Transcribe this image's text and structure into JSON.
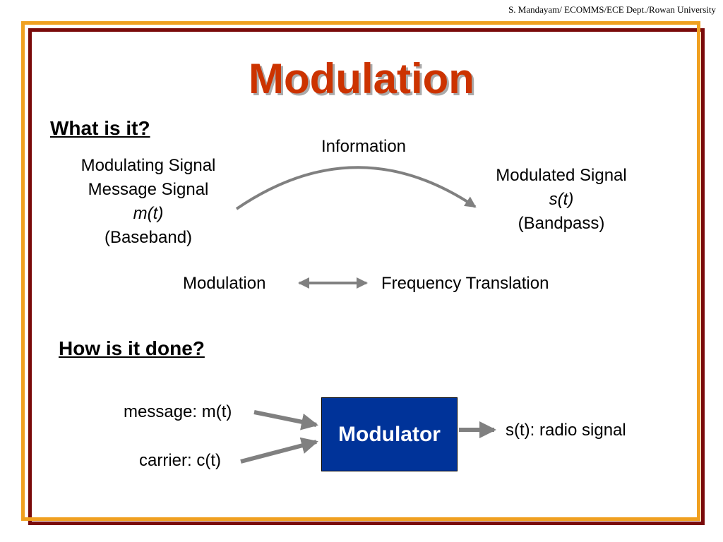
{
  "credit": "S. Mandayam/ ECOMMS/ECE Dept./Rowan University",
  "title": "Modulation",
  "section1": {
    "heading": "What is it?",
    "left_block": {
      "line1": "Modulating Signal",
      "line2": "Message Signal",
      "line3": "m(t)",
      "line4": "(Baseband)"
    },
    "arc_label": "Information",
    "right_block": {
      "line1": "Modulated Signal",
      "line2": "s(t)",
      "line3": "(Bandpass)"
    },
    "equivalence": {
      "left": "Modulation",
      "right": "Frequency Translation"
    }
  },
  "section2": {
    "heading": "How is it done?",
    "input_message": "message: m(t)",
    "input_carrier": "carrier: c(t)",
    "block_label": "Modulator",
    "output": "s(t): radio signal"
  },
  "colors": {
    "title": "#cc3300",
    "frame_outer": "#7a0a0a",
    "frame_inner": "#f0a020",
    "modulator_fill": "#003399",
    "arrow_gray": "#808080"
  }
}
